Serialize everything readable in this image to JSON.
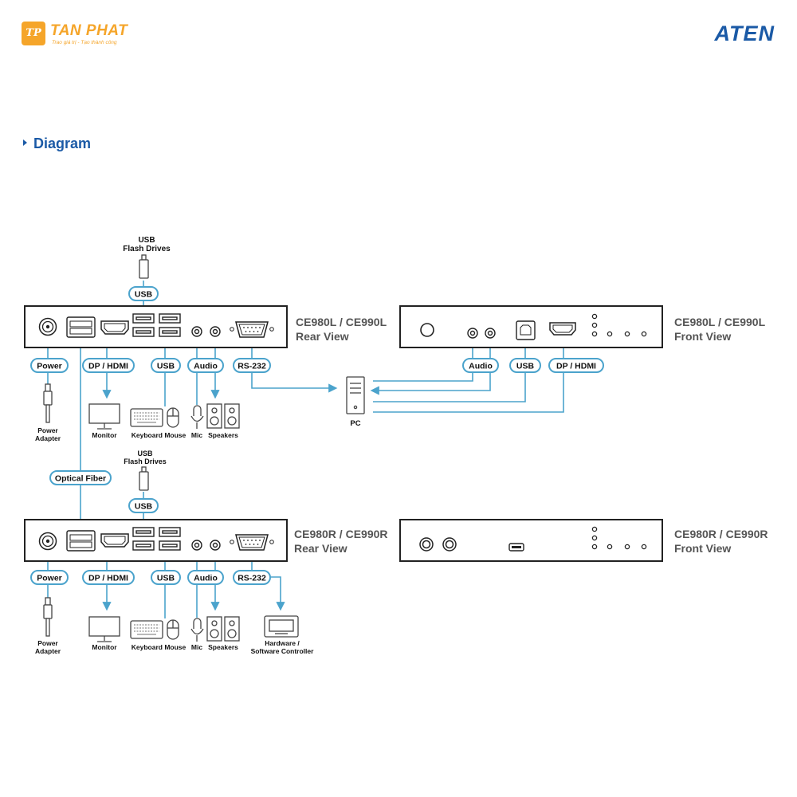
{
  "brand": {
    "left_badge": "TP",
    "left_name": "TAN PHAT",
    "left_tagline": "Trao giá trị - Tạo thành công",
    "right_name": "ATEN"
  },
  "section": {
    "title": "Diagram"
  },
  "diagram": {
    "units": {
      "rear_local": {
        "name": "CE980L / CE990L",
        "view": "Rear View"
      },
      "front_local": {
        "name": "CE980L / CE990L",
        "view": "Front View"
      },
      "rear_remote": {
        "name": "CE980R / CE990R",
        "view": "Rear View"
      },
      "front_remote": {
        "name": "CE980R / CE990R",
        "view": "Front View"
      }
    },
    "port_labels": {
      "power": "Power",
      "dp_hdmi": "DP / HDMI",
      "usb": "USB",
      "audio": "Audio",
      "rs232": "RS-232",
      "optical_fiber": "Optical Fiber"
    },
    "devices": {
      "usb_flash_line1": "USB",
      "usb_flash_line2": "Flash Drives",
      "power_adapter_line1": "Power",
      "power_adapter_line2": "Adapter",
      "monitor": "Monitor",
      "keyboard_mouse": "Keyboard Mouse",
      "mic": "Mic",
      "speakers": "Speakers",
      "pc": "PC",
      "controller_line1": "Hardware /",
      "controller_line2": "Software Controller"
    },
    "colors": {
      "accent": "#4ba3cc",
      "outline": "#222222",
      "unit_label": "#555555"
    }
  }
}
